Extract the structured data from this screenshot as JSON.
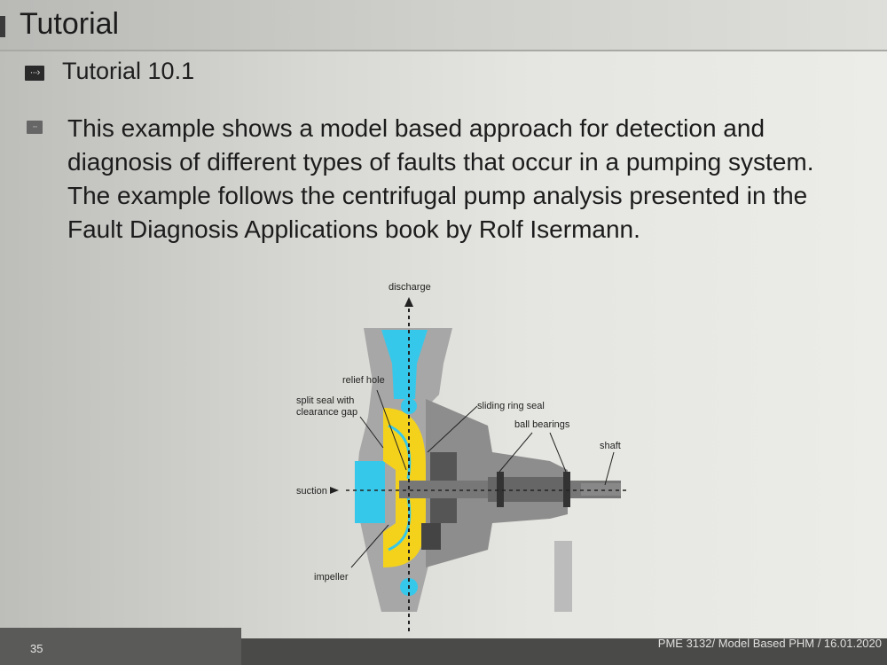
{
  "slide": {
    "title": "Tutorial",
    "subtitle": "Tutorial 10.1",
    "body": "This example shows a model based approach for detection and diagnosis of different types of faults that occur in a pumping system. The example follows the centrifugal pump analysis presented in the Fault Diagnosis Applications book by Rolf Isermann."
  },
  "diagram": {
    "labels": {
      "discharge": "discharge",
      "relief_hole": "relief hole",
      "split_seal_1": "split seal with",
      "split_seal_2": "clearance gap",
      "sliding_ring_seal": "sliding ring seal",
      "ball_bearings": "ball bearings",
      "shaft": "shaft",
      "suction": "suction",
      "impeller": "impeller"
    },
    "colors": {
      "water": "#36c8ea",
      "impeller": "#f4d21c",
      "casing": "#9c9c9c"
    }
  },
  "footer": {
    "page": "35",
    "course": "PME 3132/ Model Based PHM / 16.01.2020"
  }
}
